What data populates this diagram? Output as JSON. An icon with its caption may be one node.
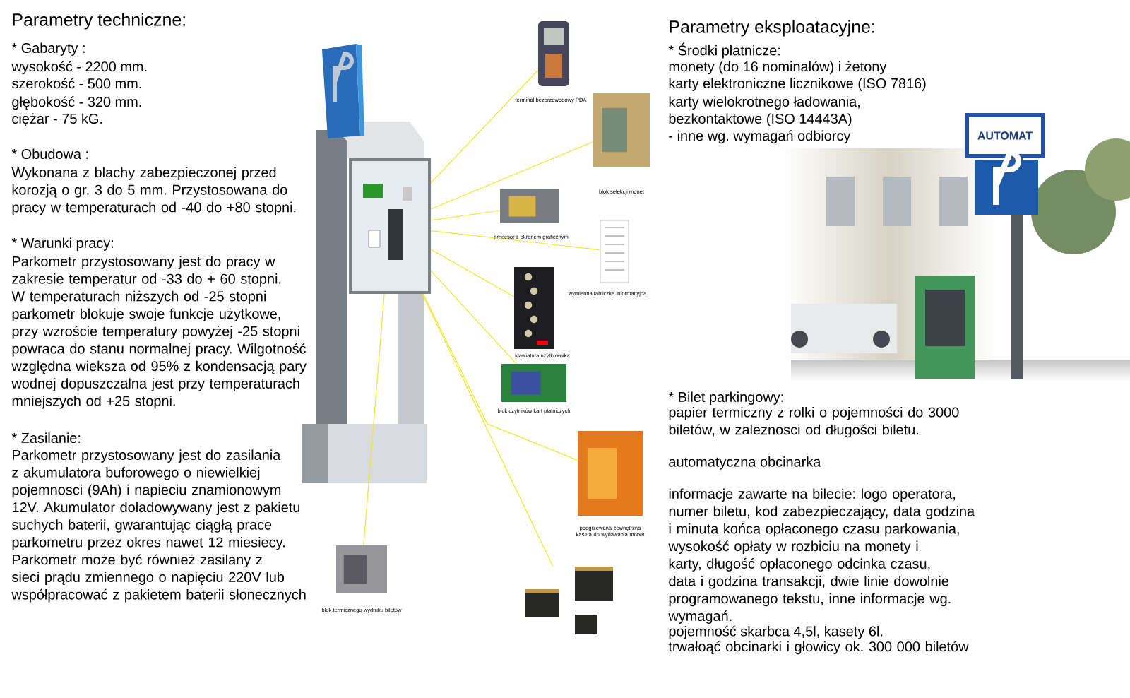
{
  "diagram": {
    "nodes": [
      {
        "text": [],
        "shape": "picture"
      },
      {
        "text": [
          "terminal bezprzewodowy PDA"
        ]
      },
      {
        "text": [
          "blok selekcji monet"
        ]
      },
      {
        "text": [
          "procesor z ekranem graficznym"
        ]
      },
      {
        "text": [
          "wymienna tabliczka informacyjna"
        ]
      },
      {
        "text": [
          "klawiatura użytkownika"
        ]
      },
      {
        "text": [
          "blok czytników kart płatniczych"
        ]
      },
      {
        "text": [
          "podgrzewana zewnętrzna kaseta do wydawania monet"
        ]
      },
      {
        "text": [],
        "shape": "picture"
      },
      {
        "text": [
          "blok termicznego wydruku biletów"
        ]
      }
    ],
    "edges": [
      {
        "from": 0,
        "to": 1,
        "arrow": "none"
      },
      {
        "from": 0,
        "to": 2,
        "arrow": "none"
      },
      {
        "from": 0,
        "to": 3,
        "arrow": "none"
      },
      {
        "from": 0,
        "to": 4,
        "arrow": "none"
      },
      {
        "from": 0,
        "to": 5,
        "arrow": "none"
      },
      {
        "from": 0,
        "to": 6,
        "arrow": "none"
      },
      {
        "from": 0,
        "to": 7,
        "arrow": "none"
      },
      {
        "from": 0,
        "to": 8,
        "arrow": "none"
      },
      {
        "from": 0,
        "to": 9,
        "arrow": "none"
      }
    ],
    "labels": [
      "Parametry techniczne:",
      "* Gabaryty :",
      "wysokość - 2200 mm.",
      "szerokość - 500 mm.",
      "głębokość - 320 mm.",
      "ciężar - 75 kG.",
      "* Obudowa :",
      "Wykonana z blachy zabezpieczonej przed korozją o gr. 3 do 5 mm. Przystosowana do pracy w temperaturach od -40 do +80 stopni.",
      "* Warunki pracy:",
      "Parkometr przystosowany jest do pracy w zakresie temperatur od -33 do + 60 stopni. W temperaturach niższych od -25 stopni parkometr blokuje swoje funkcje użytkowe, przy wzroście temperatury powyżej -25 stopni powraca do stanu normalnej pracy. Wilgotność względna wieksza od 95% z kondensacją pary wodnej dopuszczalna jest przy temperaturach mniejszych od +25 stopni.",
      "* Zasilanie:",
      "Parkometr przystosowany jest do zasilania z akumulatora buforowego o niewielkiej pojemnosci (9Ah) i napieciu znamionowym 12V. Akumulator doładowywany jest z pakietu suchych baterii, gwarantując ciągłą prace parkometru przez okres nawet 12 miesiecy. Parkometr może być również zasilany z sieci prądu zmiennego o napięciu 220V lub współpracować z pakietem baterii słonecznych",
      "Parametry eksploatacyjne:",
      "* Środki płatnicze:",
      "monety (do 16 nominałów) i żetony",
      "karty elektroniczne licznikowe (ISO 7816)",
      "karty wielokrotnego ładowania,",
      "bezkontaktowe (ISO 14443A)",
      "- inne wg. wymagań odbiorcy",
      "AUTOMAT",
      "* Bilet parkingowy:",
      "papier termiczny z rolki o pojemności do 3000 biletów, w zaleznosci od długości biletu.",
      "automatyczna obcinarka",
      "informacje zawarte na bilecie: logo operatora, numer biletu, kod zabezpieczający, data godzina i minuta końca opłaconego czasu parkowania, wysokość opłaty w rozbiciu na monety i karty, długość opłaconego odcinka czasu, data i godzina transakcji, dwie linie dowolnie programowanego tekstu, inne informacje wg. wymagań.",
      "pojemność skarbca 4,5l, kasety 6l.",
      "trwałoąć obcinarki i głowicy ok. 300 000 biletów"
    ]
  }
}
